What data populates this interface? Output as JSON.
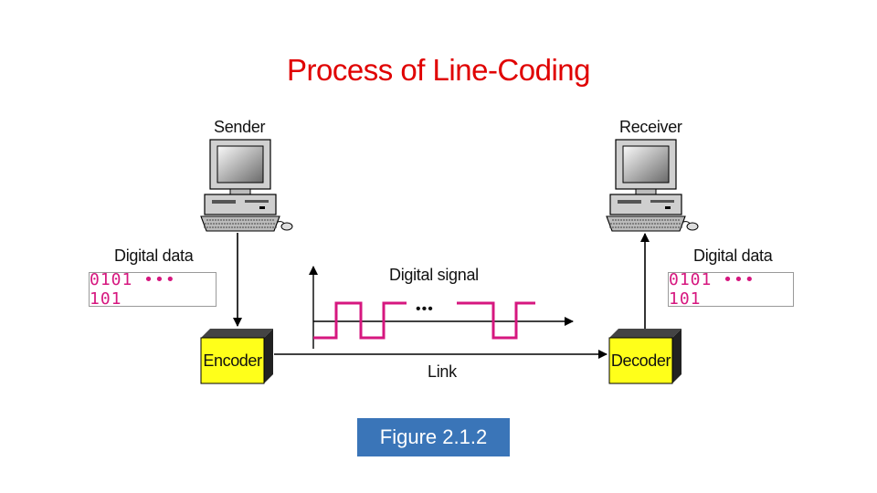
{
  "title": "Process of Line-Coding",
  "sender": {
    "label": "Sender",
    "data_label": "Digital data",
    "data_value": "0101 ••• 101",
    "device": "Encoder"
  },
  "receiver": {
    "label": "Receiver",
    "data_label": "Digital data",
    "data_value": "0101 ••• 101",
    "device": "Decoder"
  },
  "signal": {
    "label": "Digital signal",
    "ellipsis": "•••"
  },
  "link_label": "Link",
  "caption": "Figure 2.1.2",
  "colors": {
    "title": "#e00000",
    "signal": "#d6177f",
    "box_fill": "#ffff1a",
    "caption_bg": "#3a75b8"
  },
  "icons": [
    "computer-icon",
    "computer-icon"
  ]
}
